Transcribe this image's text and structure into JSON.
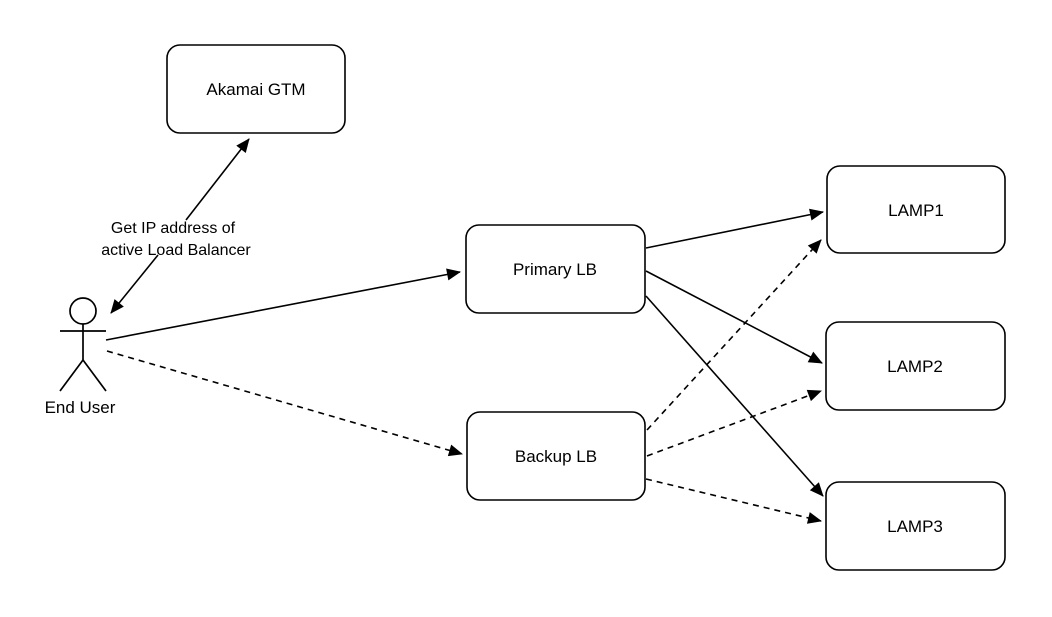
{
  "diagram": {
    "title": "Akamai GTM load-balancing diagram",
    "colors": {
      "background": "#ffffff",
      "stroke": "#000000",
      "node_fill": "#ffffff",
      "text": "#000000"
    },
    "nodes": {
      "akamai_gtm": {
        "label": "Akamai GTM"
      },
      "primary_lb": {
        "label": "Primary LB"
      },
      "backup_lb": {
        "label": "Backup LB"
      },
      "lamp1": {
        "label": "LAMP1"
      },
      "lamp2": {
        "label": "LAMP2"
      },
      "lamp3": {
        "label": "LAMP3"
      }
    },
    "actor": {
      "end_user": {
        "label": "End User"
      }
    },
    "edge_label": {
      "line1": "Get IP address of",
      "line2": "active Load Balancer"
    },
    "edges": [
      {
        "from": "end_user",
        "to": "akamai_gtm",
        "style": "solid",
        "arrows": "both",
        "label": "Get IP address of active Load Balancer"
      },
      {
        "from": "end_user",
        "to": "primary_lb",
        "style": "solid",
        "arrows": "end"
      },
      {
        "from": "end_user",
        "to": "backup_lb",
        "style": "dashed",
        "arrows": "end"
      },
      {
        "from": "primary_lb",
        "to": "lamp1",
        "style": "solid",
        "arrows": "end"
      },
      {
        "from": "primary_lb",
        "to": "lamp2",
        "style": "solid",
        "arrows": "end"
      },
      {
        "from": "primary_lb",
        "to": "lamp3",
        "style": "solid",
        "arrows": "end"
      },
      {
        "from": "backup_lb",
        "to": "lamp1",
        "style": "dashed",
        "arrows": "end"
      },
      {
        "from": "backup_lb",
        "to": "lamp2",
        "style": "dashed",
        "arrows": "end"
      },
      {
        "from": "backup_lb",
        "to": "lamp3",
        "style": "dashed",
        "arrows": "end"
      }
    ]
  }
}
